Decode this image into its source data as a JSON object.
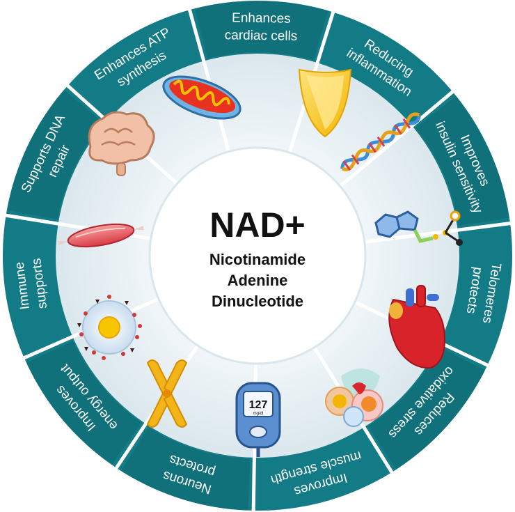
{
  "center": {
    "title": "NAD+",
    "lines": [
      "Nicotinamide",
      "Adenine",
      "Dinucleotide"
    ]
  },
  "colors": {
    "ring": "#137c86",
    "ring_dark": "#0c5f67",
    "segment_fill": "#e3eef3",
    "center_fill": "#ffffff",
    "divider": "#ffffff",
    "label_text": "#ffffff"
  },
  "segments": [
    {
      "id": "energy",
      "lines": [
        "Improves",
        "energy output"
      ],
      "icon": "mitochondria-icon"
    },
    {
      "id": "immune",
      "lines": [
        "Immune",
        "supports"
      ],
      "icon": "shield-icon"
    },
    {
      "id": "dna",
      "lines": [
        "Supports DNA",
        "repair"
      ],
      "icon": "dna-icon"
    },
    {
      "id": "atp",
      "lines": [
        "Enhances ATP",
        "synthesis"
      ],
      "icon": "molecule-icon"
    },
    {
      "id": "cardiac",
      "lines": [
        "Enhances",
        "cardiac cells"
      ],
      "icon": "heart-icon"
    },
    {
      "id": "inflammation",
      "lines": [
        "Reducing",
        "inflammation"
      ],
      "icon": "inflammation-cells-icon"
    },
    {
      "id": "insulin",
      "lines": [
        "Improves",
        "insulin sensitivity"
      ],
      "icon": "glucometer-icon",
      "display": "127",
      "unit": "mg/dl"
    },
    {
      "id": "telomeres",
      "lines": [
        "Telomeres",
        "protects"
      ],
      "icon": "chromosome-icon"
    },
    {
      "id": "oxidative",
      "lines": [
        "Reduces",
        "oxidative stress"
      ],
      "icon": "cell-oxidative-icon"
    },
    {
      "id": "muscle",
      "lines": [
        "Improves",
        "muscle strength"
      ],
      "icon": "muscle-icon"
    },
    {
      "id": "neurons",
      "lines": [
        "Neurons",
        "protects"
      ],
      "icon": "brain-icon"
    }
  ]
}
